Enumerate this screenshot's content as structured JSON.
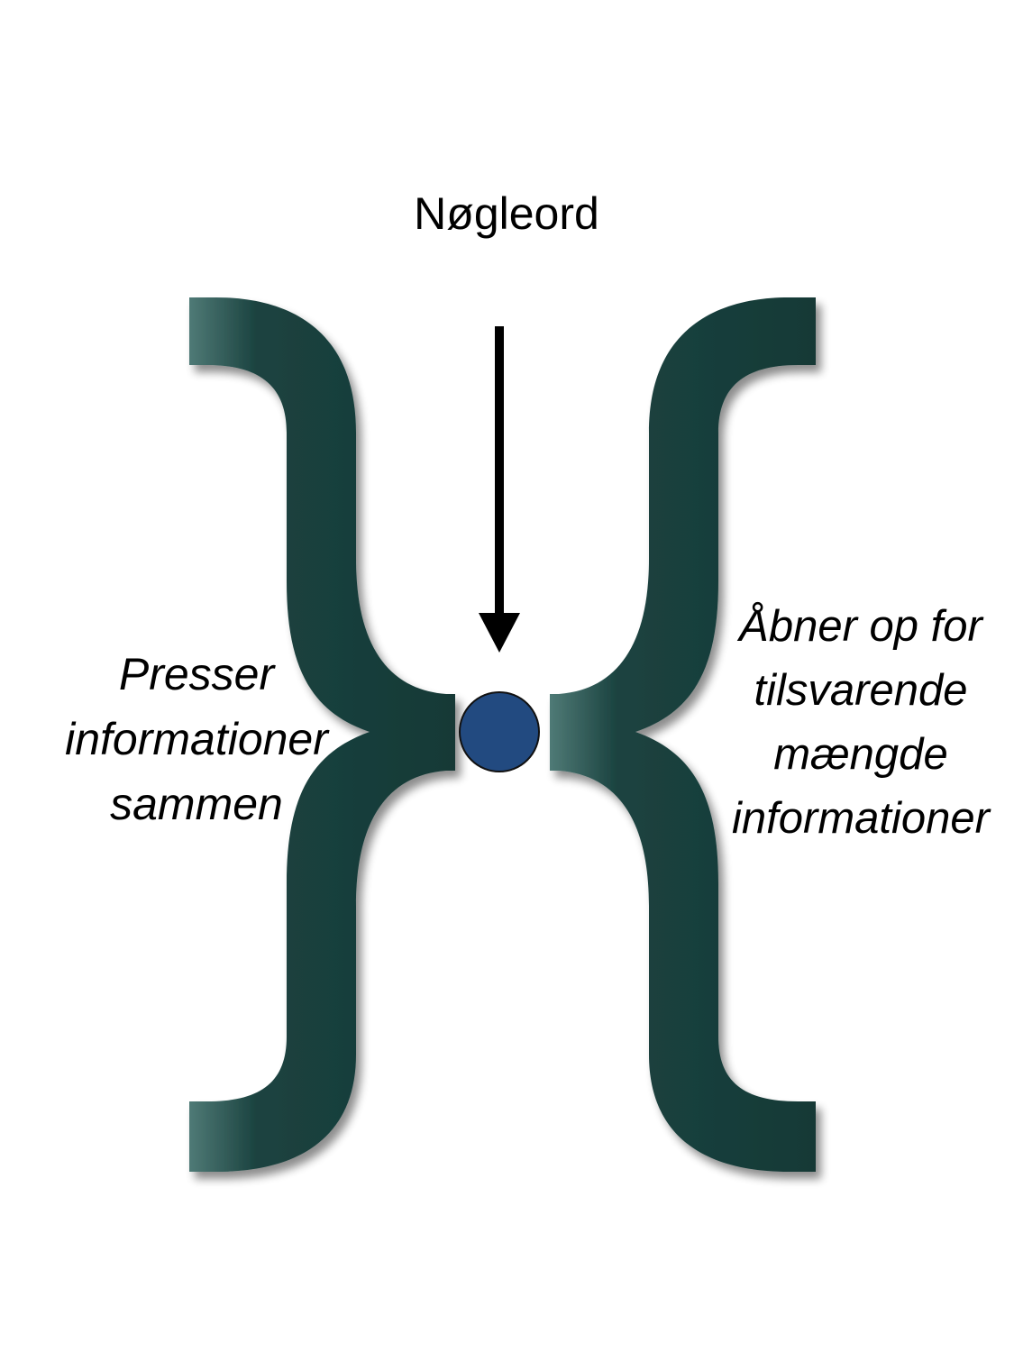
{
  "diagram": {
    "top_label": "Nøgleord",
    "left_label": [
      "Presser",
      "informationer",
      "sammen"
    ],
    "right_label": [
      "Åbner op for",
      "tilsvarende",
      "mængde",
      "informationer"
    ],
    "colors": {
      "bracket": "#1b4340",
      "bracket_highlight": "#4f7a76",
      "circle_fill": "#224a80",
      "arrow": "#000000",
      "text": "#000000"
    }
  }
}
